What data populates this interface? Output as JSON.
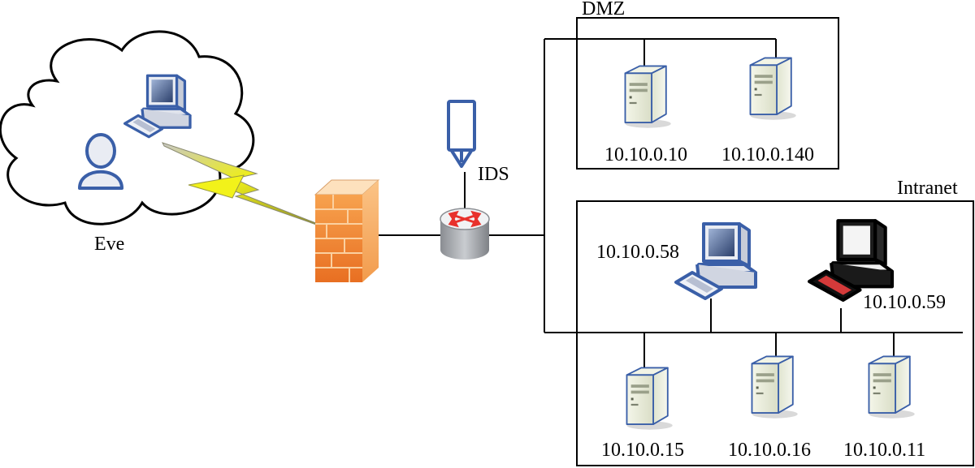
{
  "labels": {
    "attacker": "Eve",
    "ids": "IDS",
    "dmz": "DMZ",
    "intranet": "Intranet"
  },
  "hosts": {
    "dmz_server_1": "10.10.0.10",
    "dmz_server_2": "10.10.0.140",
    "intranet_pc_1": "10.10.0.58",
    "intranet_pc_2": "10.10.0.59",
    "intranet_server_1": "10.10.0.15",
    "intranet_server_2": "10.10.0.16",
    "intranet_server_3": "10.10.0.11"
  },
  "icons": {
    "cloud": "internet-cloud-icon",
    "user": "user-icon",
    "attacker_pc": "desktop-computer-icon",
    "link": "lightning-link-icon",
    "firewall": "firewall-icon",
    "router": "router-icon",
    "ids": "ids-sensor-icon",
    "server": "server-icon",
    "pc": "desktop-computer-icon"
  },
  "colors": {
    "line": "#000000",
    "device_outline": "#3a5fa8",
    "server_body": "#eef1e2",
    "firewall": "#f08a3c",
    "router_arrows": "#e8312c",
    "lightning": "#e6e61e"
  }
}
